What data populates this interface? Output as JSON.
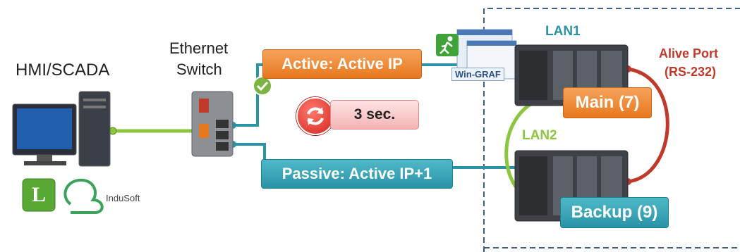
{
  "labels": {
    "hmi_scada": "HMI/SCADA",
    "ethernet_switch_line1": "Ethernet",
    "ethernet_switch_line2": "Switch",
    "active_ip": "Active: Active IP",
    "passive_ip": "Passive: Active IP+1",
    "timer": "3 sec.",
    "lan1": "LAN1",
    "lan2": "LAN2",
    "alive_port_line1": "Alive Port",
    "alive_port_line2": "(RS-232)",
    "main": "Main (7)",
    "backup": "Backup (9)",
    "wingraf": "Win-GRAF",
    "indusoft": "InduSoft",
    "logo_l": "L"
  },
  "colors": {
    "orange": "#e8781f",
    "teal": "#2a93a6",
    "lan_green": "#8cc63f",
    "alive_red": "#c0392b",
    "timer_red": "#d4221b",
    "check_green": "#7cb342"
  },
  "icons": [
    "computer-monitor-icon",
    "ethernet-switch-icon",
    "check-icon",
    "refresh-icon",
    "running-man-icon",
    "plc-controller-icon",
    "l-logo-icon",
    "indusoft-logo-icon"
  ]
}
